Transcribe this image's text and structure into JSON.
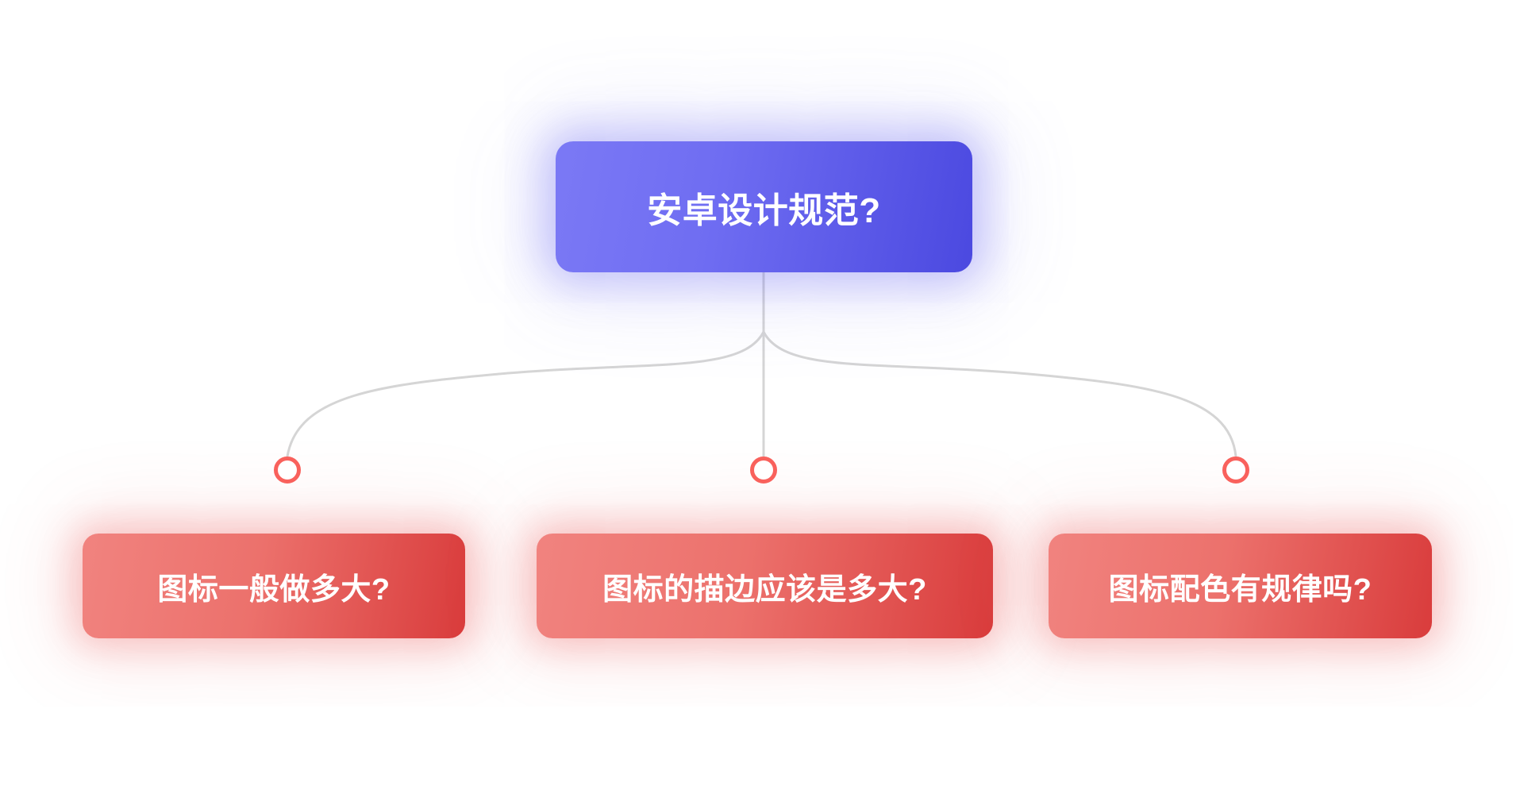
{
  "diagram": {
    "type": "mind-map",
    "background_color": "#ffffff",
    "root": {
      "id": "root",
      "label": "安卓设计规范?",
      "shape": "rounded-rectangle",
      "text_color": "#ffffff",
      "gradient_from": "#7b79f5",
      "gradient_to": "#4b49e0",
      "glow_color": "#6a68f0"
    },
    "connector": {
      "style": "curved",
      "stroke_color": "#d5d5d5",
      "stroke_width": 3,
      "dot_stroke_color": "#f9615c",
      "dot_fill_color": "#ffffff"
    },
    "children": [
      {
        "id": "leaf-0",
        "label": "图标一般做多大?",
        "shape": "rounded-rectangle",
        "text_color": "#ffffff",
        "gradient_from": "#f1837f",
        "gradient_to": "#d93c3c",
        "glow_color": "#ea5656"
      },
      {
        "id": "leaf-1",
        "label": "图标的描边应该是多大?",
        "shape": "rounded-rectangle",
        "text_color": "#ffffff",
        "gradient_from": "#f1837f",
        "gradient_to": "#d93c3c",
        "glow_color": "#ea5656"
      },
      {
        "id": "leaf-2",
        "label": "图标配色有规律吗?",
        "shape": "rounded-rectangle",
        "text_color": "#ffffff",
        "gradient_from": "#f1837f",
        "gradient_to": "#d93c3c",
        "glow_color": "#ea5656"
      }
    ]
  }
}
